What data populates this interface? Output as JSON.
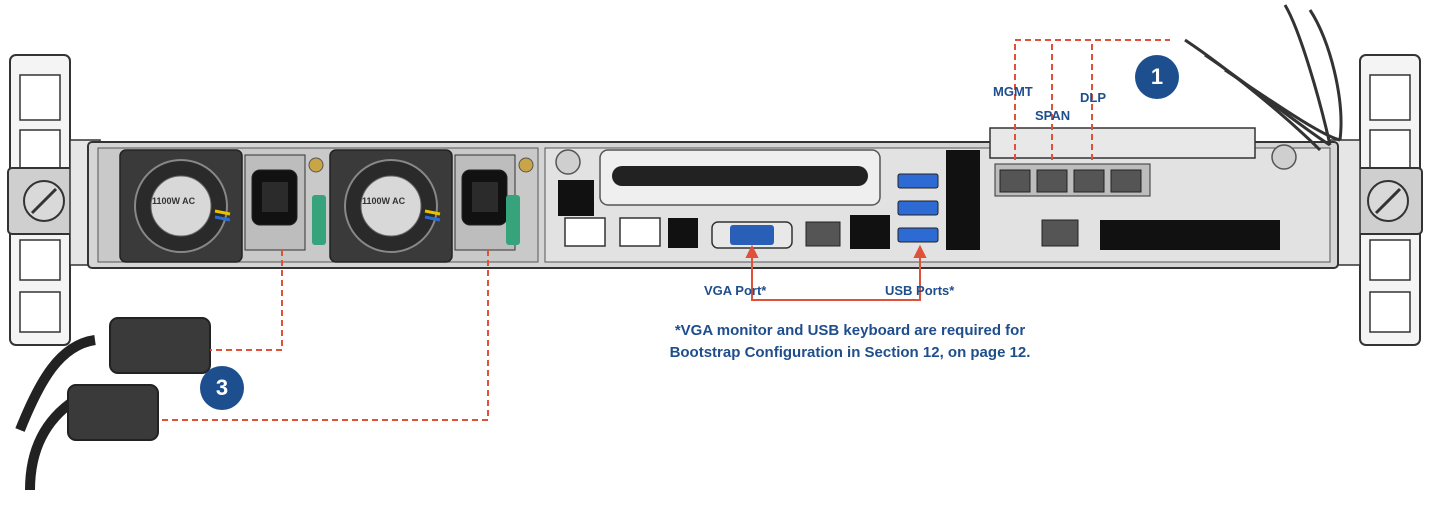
{
  "labels": {
    "mgmt": "MGMT",
    "span": "SPAN",
    "dlp": "DLP",
    "vga_port": "VGA Port*",
    "usb_ports": "USB Ports*",
    "psu1_rating": "1100W AC",
    "psu2_rating": "1100W AC"
  },
  "callouts": {
    "network": "1",
    "power": "3"
  },
  "note": "*VGA monitor and USB keyboard are required for Bootstrap Configuration in Section 12, on page 12.",
  "colors": {
    "accent": "#1d4f8f",
    "leader_line": "#e0513a",
    "chassis": "#dcdcdc"
  }
}
